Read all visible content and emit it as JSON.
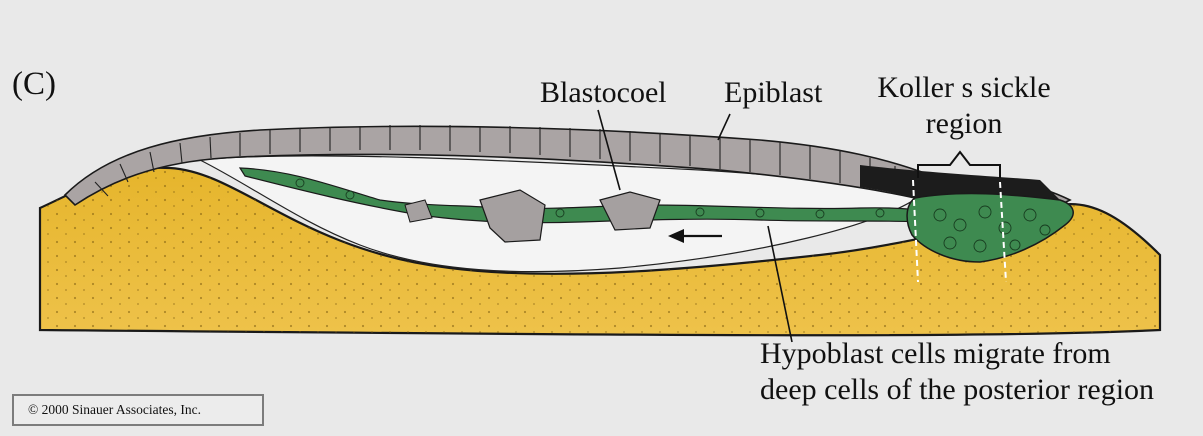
{
  "figure": {
    "panel_label": "(C)",
    "labels": {
      "blastocoel": "Blastocoel",
      "epiblast": "Epiblast",
      "koller_line1": "Koller s sickle",
      "koller_line2": "region",
      "hypoblast_line1": "Hypoblast cells migrate from",
      "hypoblast_line2": "deep cells of the posterior region"
    },
    "copyright": "© 2000 Sinauer Associates, Inc.",
    "colors": {
      "background": "#e9e9e9",
      "yolk": "#e8b62a",
      "epiblast_cells": "#a9a3a3",
      "hypoblast_cells": "#3e8a50",
      "koller_region": "#1c1c1c",
      "outline": "#1a1a1a"
    },
    "icons": [
      "migration-arrow-icon",
      "bracket-icon"
    ]
  }
}
